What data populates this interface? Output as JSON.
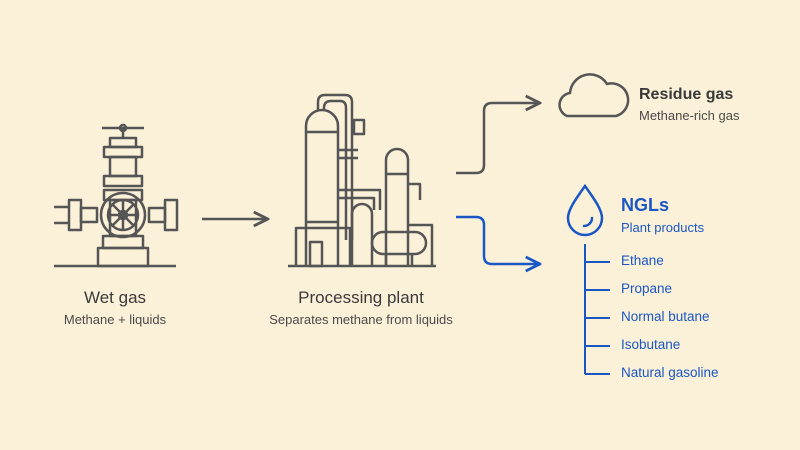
{
  "wet_gas": {
    "title": "Wet gas",
    "subtitle": "Methane + liquids"
  },
  "plant": {
    "title": "Processing plant",
    "subtitle": "Separates methane from liquids"
  },
  "residue": {
    "title": "Residue gas",
    "subtitle": "Methane-rich gas"
  },
  "ngls": {
    "title": "NGLs",
    "subtitle": "Plant products",
    "products": [
      "Ethane",
      "Propane",
      "Normal butane",
      "Isobutane",
      "Natural gasoline"
    ]
  },
  "colors": {
    "background": "#fbf1d9",
    "line": "#555555",
    "accent": "#1a56c4"
  },
  "icons": [
    "wellhead-icon",
    "processing-plant-icon",
    "cloud-icon",
    "droplet-icon"
  ]
}
